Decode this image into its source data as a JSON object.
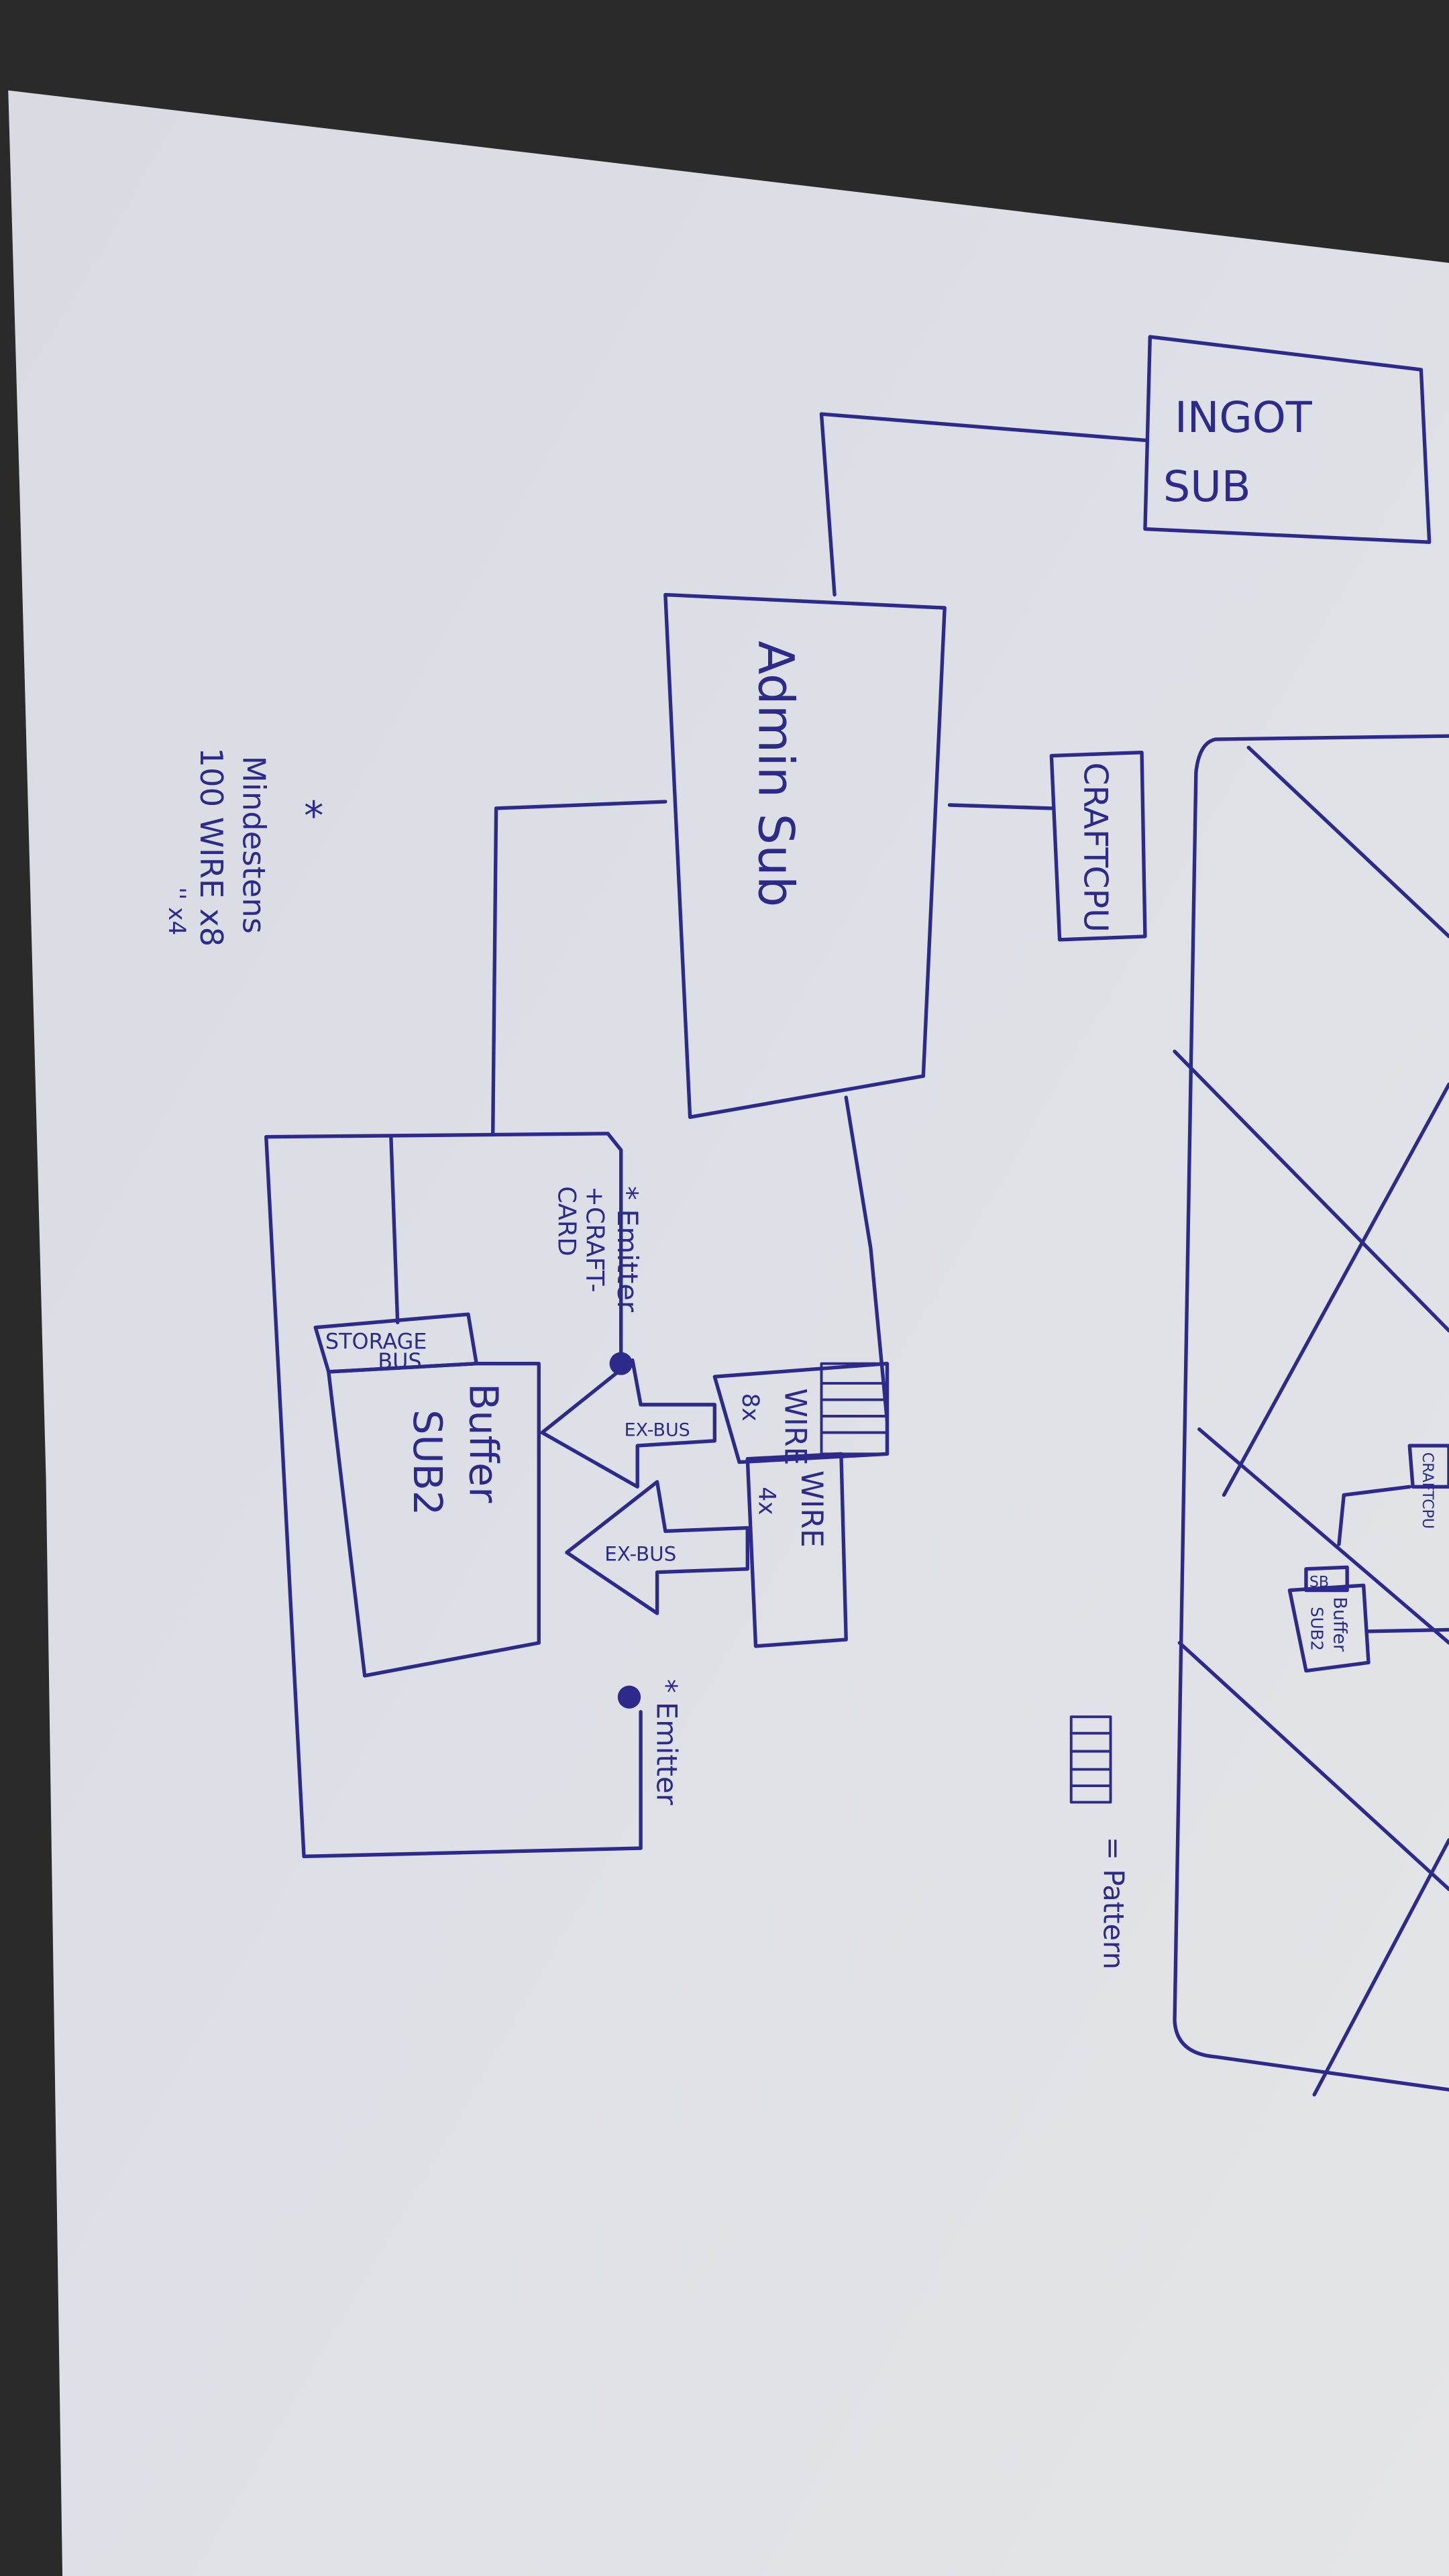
{
  "diagram": {
    "ingot_sub": "INGOT",
    "ingot_sub_2": "SUB",
    "admin_sub": "Admin Sub",
    "crafting_cpu": "CRAFTCPU",
    "storage_bus": "STORAGE",
    "storage_bus_2": "BUS",
    "buffer_sub": "Buffer",
    "buffer_sub_2": "SUB2",
    "wire_8x": "WIRE",
    "wire_8x_count": "8x",
    "wire_4x": "WIRE",
    "wire_4x_count": "4x",
    "ex_bus_1": "EX-BUS",
    "ex_bus_2": "EX-BUS",
    "emitter_craft_card": "* Emitter",
    "emitter_craft_card_2": "+CRAFT-",
    "emitter_craft_card_3": "CARD",
    "emitter": "* Emitter",
    "note_star": "*",
    "note_line1": "Mindestens",
    "note_line2": "100 WIRE x8",
    "note_line3": "''        x4",
    "legend_label": "= Pattern",
    "mini_crafting_cpu": "CRAFTCPU",
    "mini_storage_bus": "SB",
    "mini_buffer": "Buffer",
    "mini_buffer_2": "SUB2"
  },
  "colors": {
    "ink": "#2d2a8c",
    "paper": "#dfe1e6",
    "background": "#2a2a2a"
  }
}
